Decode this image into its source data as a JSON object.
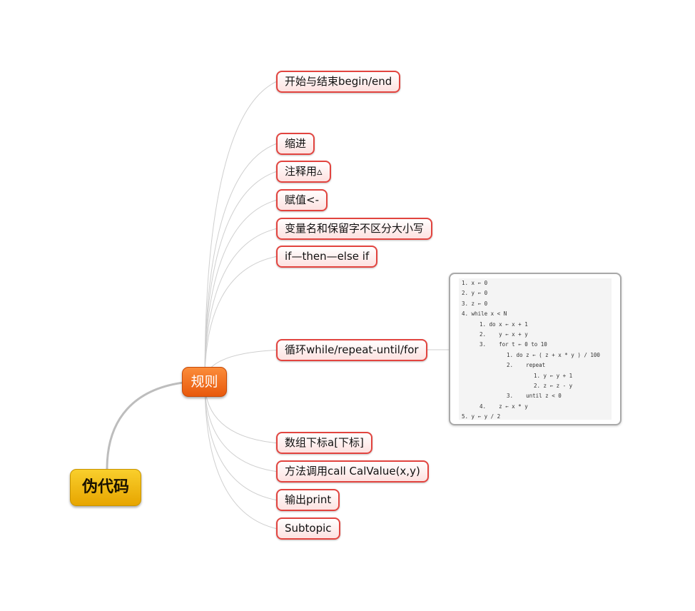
{
  "root": {
    "label": "伪代码"
  },
  "branch": {
    "label": "规则"
  },
  "topics": [
    "开始与结束begin/end",
    "缩进",
    "注释用▵",
    "赋值<-",
    "变量名和保留字不区分大小写",
    "if—then—else if",
    "循环while/repeat-until/for",
    "数组下标a[下标]",
    "方法调用call CalValue(x,y)",
    "输出print",
    "Subtopic"
  ],
  "code_image": {
    "lines": [
      "1. x ← 0",
      "2. y ← 0",
      "3. z ← 0",
      "4. while x < N",
      "1. do x ← x + 1",
      "2.    y ← x + y",
      "3.    for t ← 0 to 10",
      "1. do z ← ( z + x * y ) / 100",
      "2.    repeat",
      "1. y ← y + 1",
      "2. z ← z - y",
      "3.    until z < 0",
      "4.    z ← x * y",
      "5. y ← y / 2"
    ],
    "indent_levels": [
      0,
      0,
      0,
      0,
      1,
      1,
      1,
      2,
      2,
      3,
      3,
      2,
      1,
      0
    ]
  },
  "colors": {
    "root_fill": "#f2bb12",
    "branch_fill": "#f26d1c",
    "topic_border": "#e2443f",
    "connector": "#c8c8c8"
  }
}
